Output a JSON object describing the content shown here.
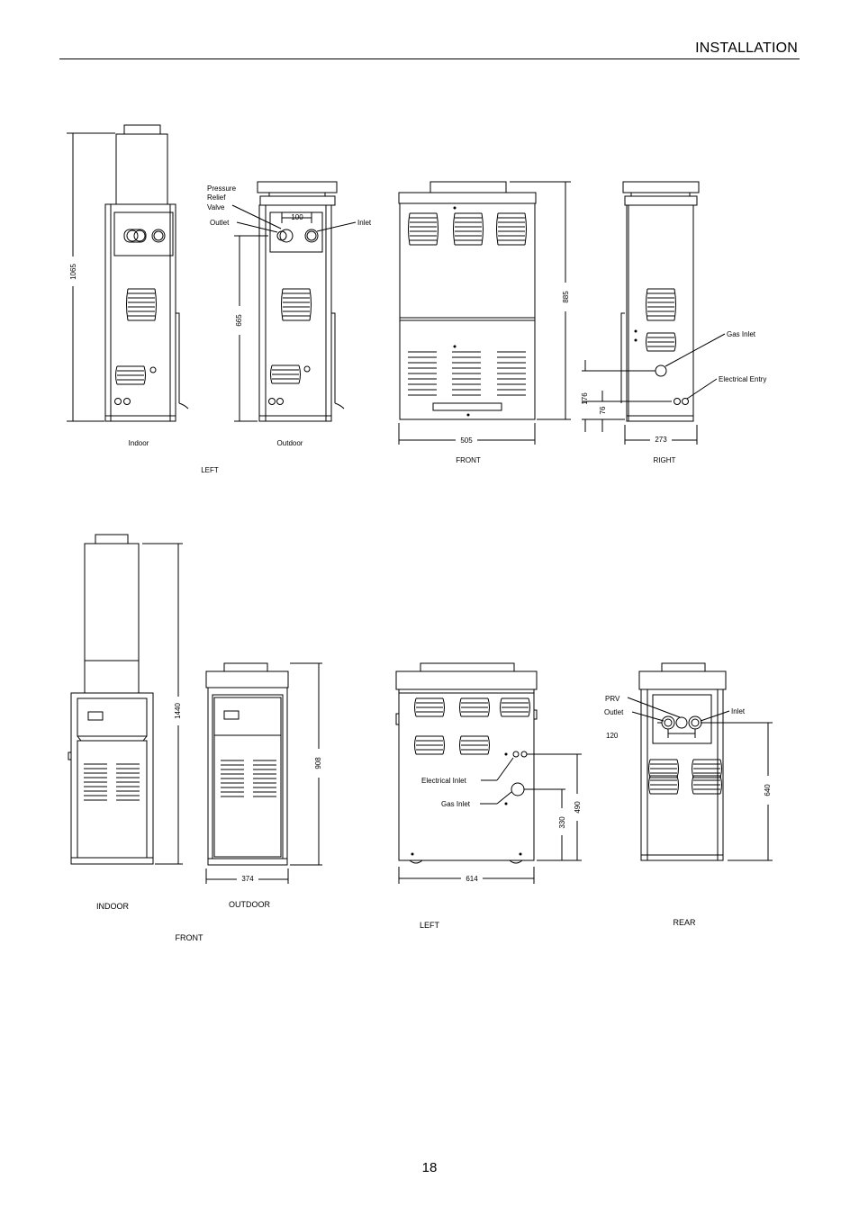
{
  "header": {
    "title": "INSTALLATION"
  },
  "page": {
    "number": "18"
  },
  "top_row": {
    "indoor_label": "Indoor",
    "outdoor_label": "Outdoor",
    "left_caption": "LEFT",
    "front_caption": "FRONT",
    "right_caption": "RIGHT",
    "dims": {
      "height_1065": "1065",
      "height_665": "665",
      "spacing_100": "100",
      "height_885": "885",
      "width_505": "505",
      "height_176": "176",
      "height_76": "76",
      "width_273": "273"
    },
    "callouts": {
      "pressure": "Pressure",
      "relief": "Relief",
      "valve": "Valve",
      "outlet": "Outlet",
      "inlet": "Inlet",
      "gas_inlet": "Gas Inlet",
      "electrical_entry": "Electrical Entry"
    }
  },
  "bottom_row": {
    "indoor_label": "INDOOR",
    "outdoor_label": "OUTDOOR",
    "front_caption": "FRONT",
    "left_caption": "LEFT",
    "rear_caption": "REAR",
    "dims": {
      "height_1440": "1440",
      "height_908": "908",
      "width_374": "374",
      "height_330": "330",
      "height_490": "490",
      "width_614": "614",
      "spacing_120": "120",
      "height_640": "640"
    },
    "callouts": {
      "electrical_inlet": "Electrical Inlet",
      "gas_inlet": "Gas Inlet",
      "prv": "PRV",
      "outlet": "Outlet",
      "inlet": "Inlet"
    }
  }
}
